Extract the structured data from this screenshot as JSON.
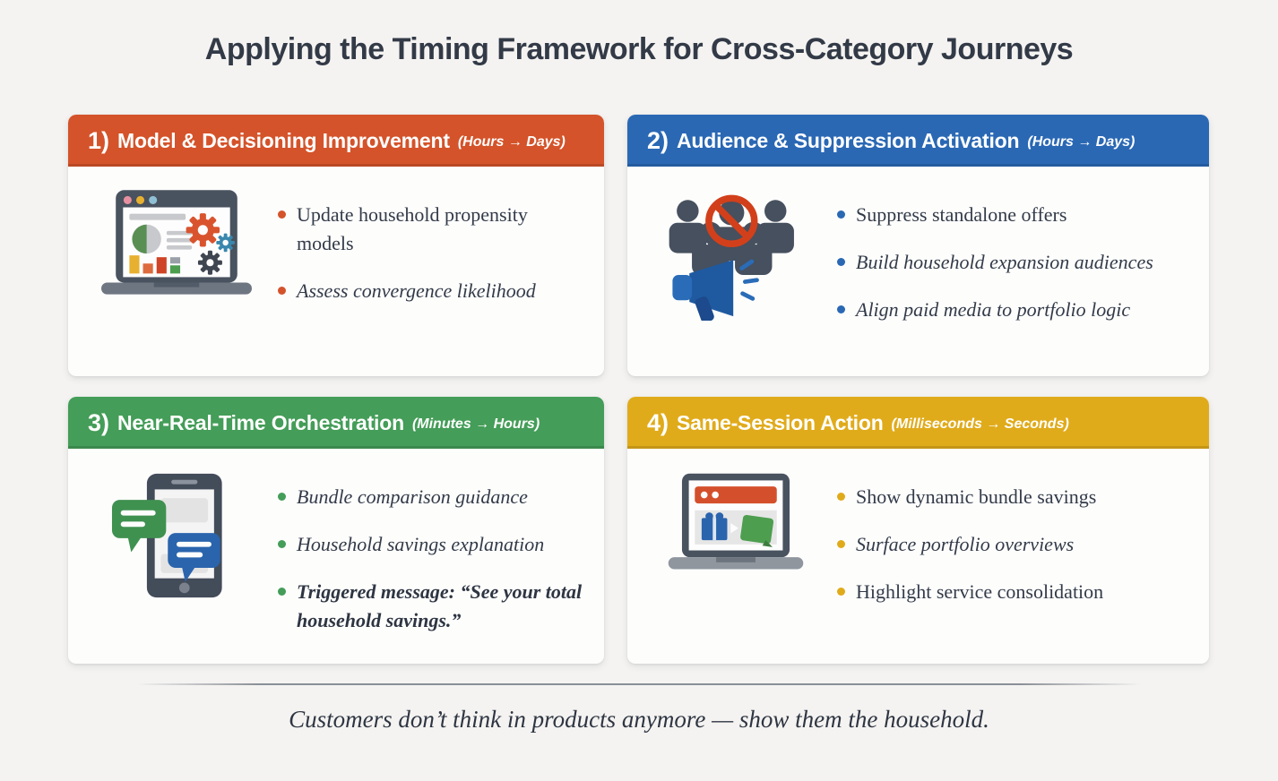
{
  "page": {
    "title": "Applying the Timing Framework for Cross-Category Journeys",
    "tagline": "Customers don’t think in products anymore — show them the household."
  },
  "cards": [
    {
      "number": "1)",
      "title": "Model & Decisioning Improvement",
      "timing": "(Hours → Days)",
      "accent": "#d4532a",
      "icon": "laptop-analytics-icon",
      "bullets": [
        "Update household propensity models",
        "Assess convergence likelihood"
      ]
    },
    {
      "number": "2)",
      "title": "Audience & Suppression Activation",
      "timing": "(Hours → Days)",
      "accent": "#2a68b4",
      "icon": "audience-suppression-icon",
      "bullets": [
        "Suppress standalone offers",
        "Build household expansion audiences",
        "Align paid media to portfolio logic"
      ]
    },
    {
      "number": "3)",
      "title": "Near-Real-Time Orchestration",
      "timing": "(Minutes → Hours)",
      "accent": "#449d58",
      "icon": "phone-chat-icon",
      "bullets": [
        "Bundle comparison guidance",
        "Household savings explanation",
        "Triggered message: “See your total household savings.”"
      ]
    },
    {
      "number": "4)",
      "title": "Same-Session Action",
      "timing": "(Milliseconds → Seconds)",
      "accent": "#e0ab1b",
      "icon": "laptop-offer-icon",
      "bullets": [
        "Show dynamic bundle savings",
        "Surface portfolio overviews",
        "Highlight service consolidation"
      ]
    }
  ]
}
